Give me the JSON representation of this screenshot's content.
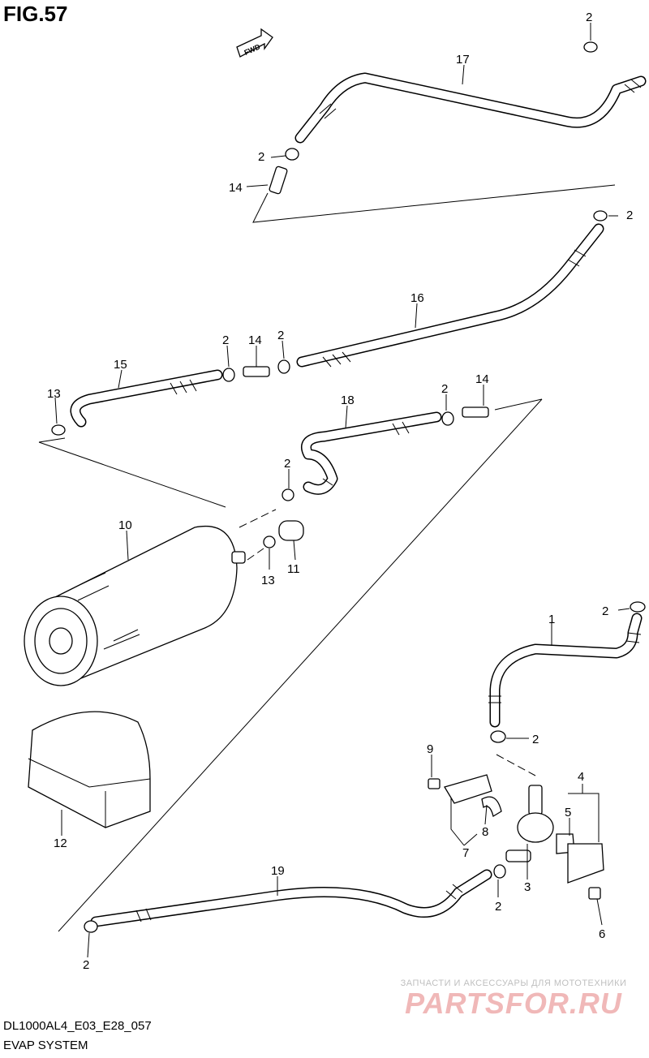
{
  "figure": {
    "title": "FIG.57",
    "fwd_label": "FWD",
    "model_code": "DL1000AL4_E03_E28_057",
    "section_title": "EVAP SYSTEM"
  },
  "callouts": {
    "c2a": "2",
    "c17": "17",
    "c2b": "2",
    "c14a": "14",
    "c2c": "2",
    "c16": "16",
    "c2d": "2",
    "c14b": "14",
    "c2e": "2",
    "c15": "15",
    "c13a": "13",
    "c18": "18",
    "c2f": "2",
    "c14c": "14",
    "c2g": "2",
    "c10": "10",
    "c13b": "13",
    "c11": "11",
    "c2h": "2",
    "c1": "1",
    "c2i": "2",
    "c9": "9",
    "c4": "4",
    "c5": "5",
    "c8": "8",
    "c7": "7",
    "c12": "12",
    "c19": "19",
    "c3": "3",
    "c2j": "2",
    "c6": "6",
    "c2k": "2"
  },
  "watermark": {
    "tagline": "ЗАПЧАСТИ И АКСЕССУАРЫ ДЛЯ МОТОТЕХНИКИ",
    "brand": "PARTSFOR.RU"
  }
}
